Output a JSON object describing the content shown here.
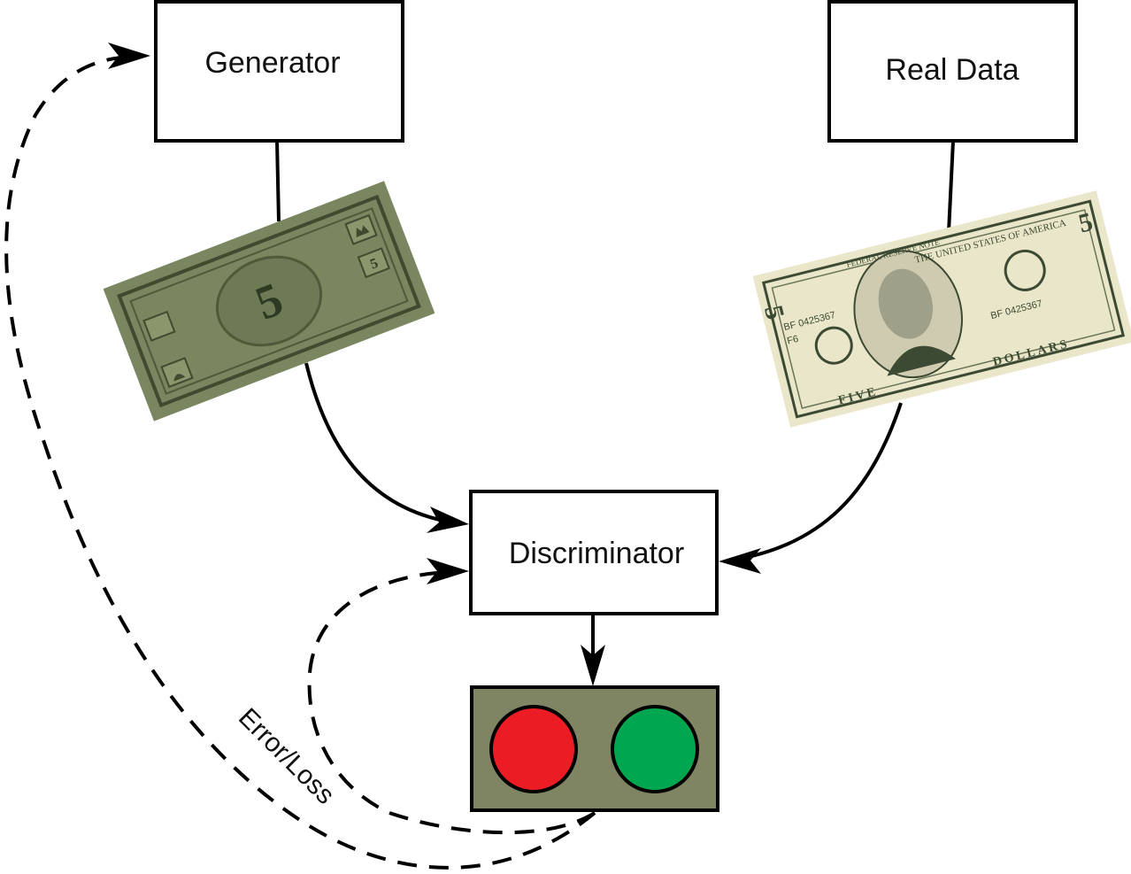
{
  "nodes": {
    "generator": "Generator",
    "real_data": "Real Data",
    "discriminator": "Discriminator"
  },
  "edges": {
    "feedback_label": "Error/Loss"
  },
  "fake_bill": {
    "center_value": "5",
    "corner_value": "5"
  },
  "real_bill": {
    "serial": "BF 0425367",
    "serial_right": "BF 0425367",
    "district": "F6",
    "header": "THE UNITED STATES OF AMERICA",
    "note_type": "FEDERAL RESERVE NOTE",
    "bottom_left": "FIVE",
    "bottom_right": "DOLLARS",
    "denomination": "5"
  },
  "output_light": {
    "fake_color": "#ec1c24",
    "real_color": "#00a650",
    "panel_color": "#7f8563"
  },
  "colors": {
    "fake_bill": "#7a8660",
    "fake_bill_dark": "#3f4a2f",
    "real_bill": "#e9e6c9",
    "real_bill_ink": "#3d4a33"
  }
}
